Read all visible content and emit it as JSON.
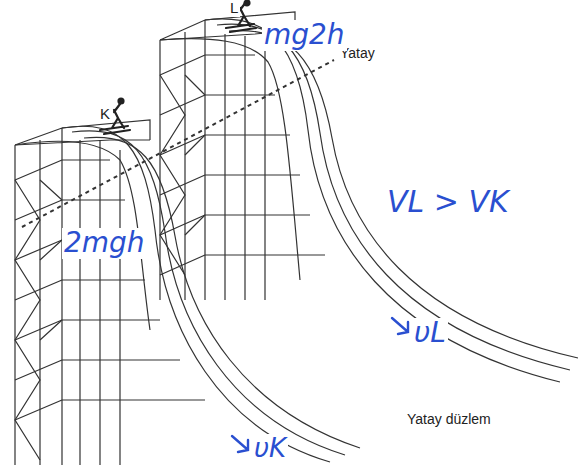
{
  "diagram": {
    "labels": [
      "K",
      "L",
      "Yatay",
      "Yatay düzlem",
      "mg2h",
      "2mgh",
      "VL > VK",
      "υL",
      "υK"
    ]
  }
}
